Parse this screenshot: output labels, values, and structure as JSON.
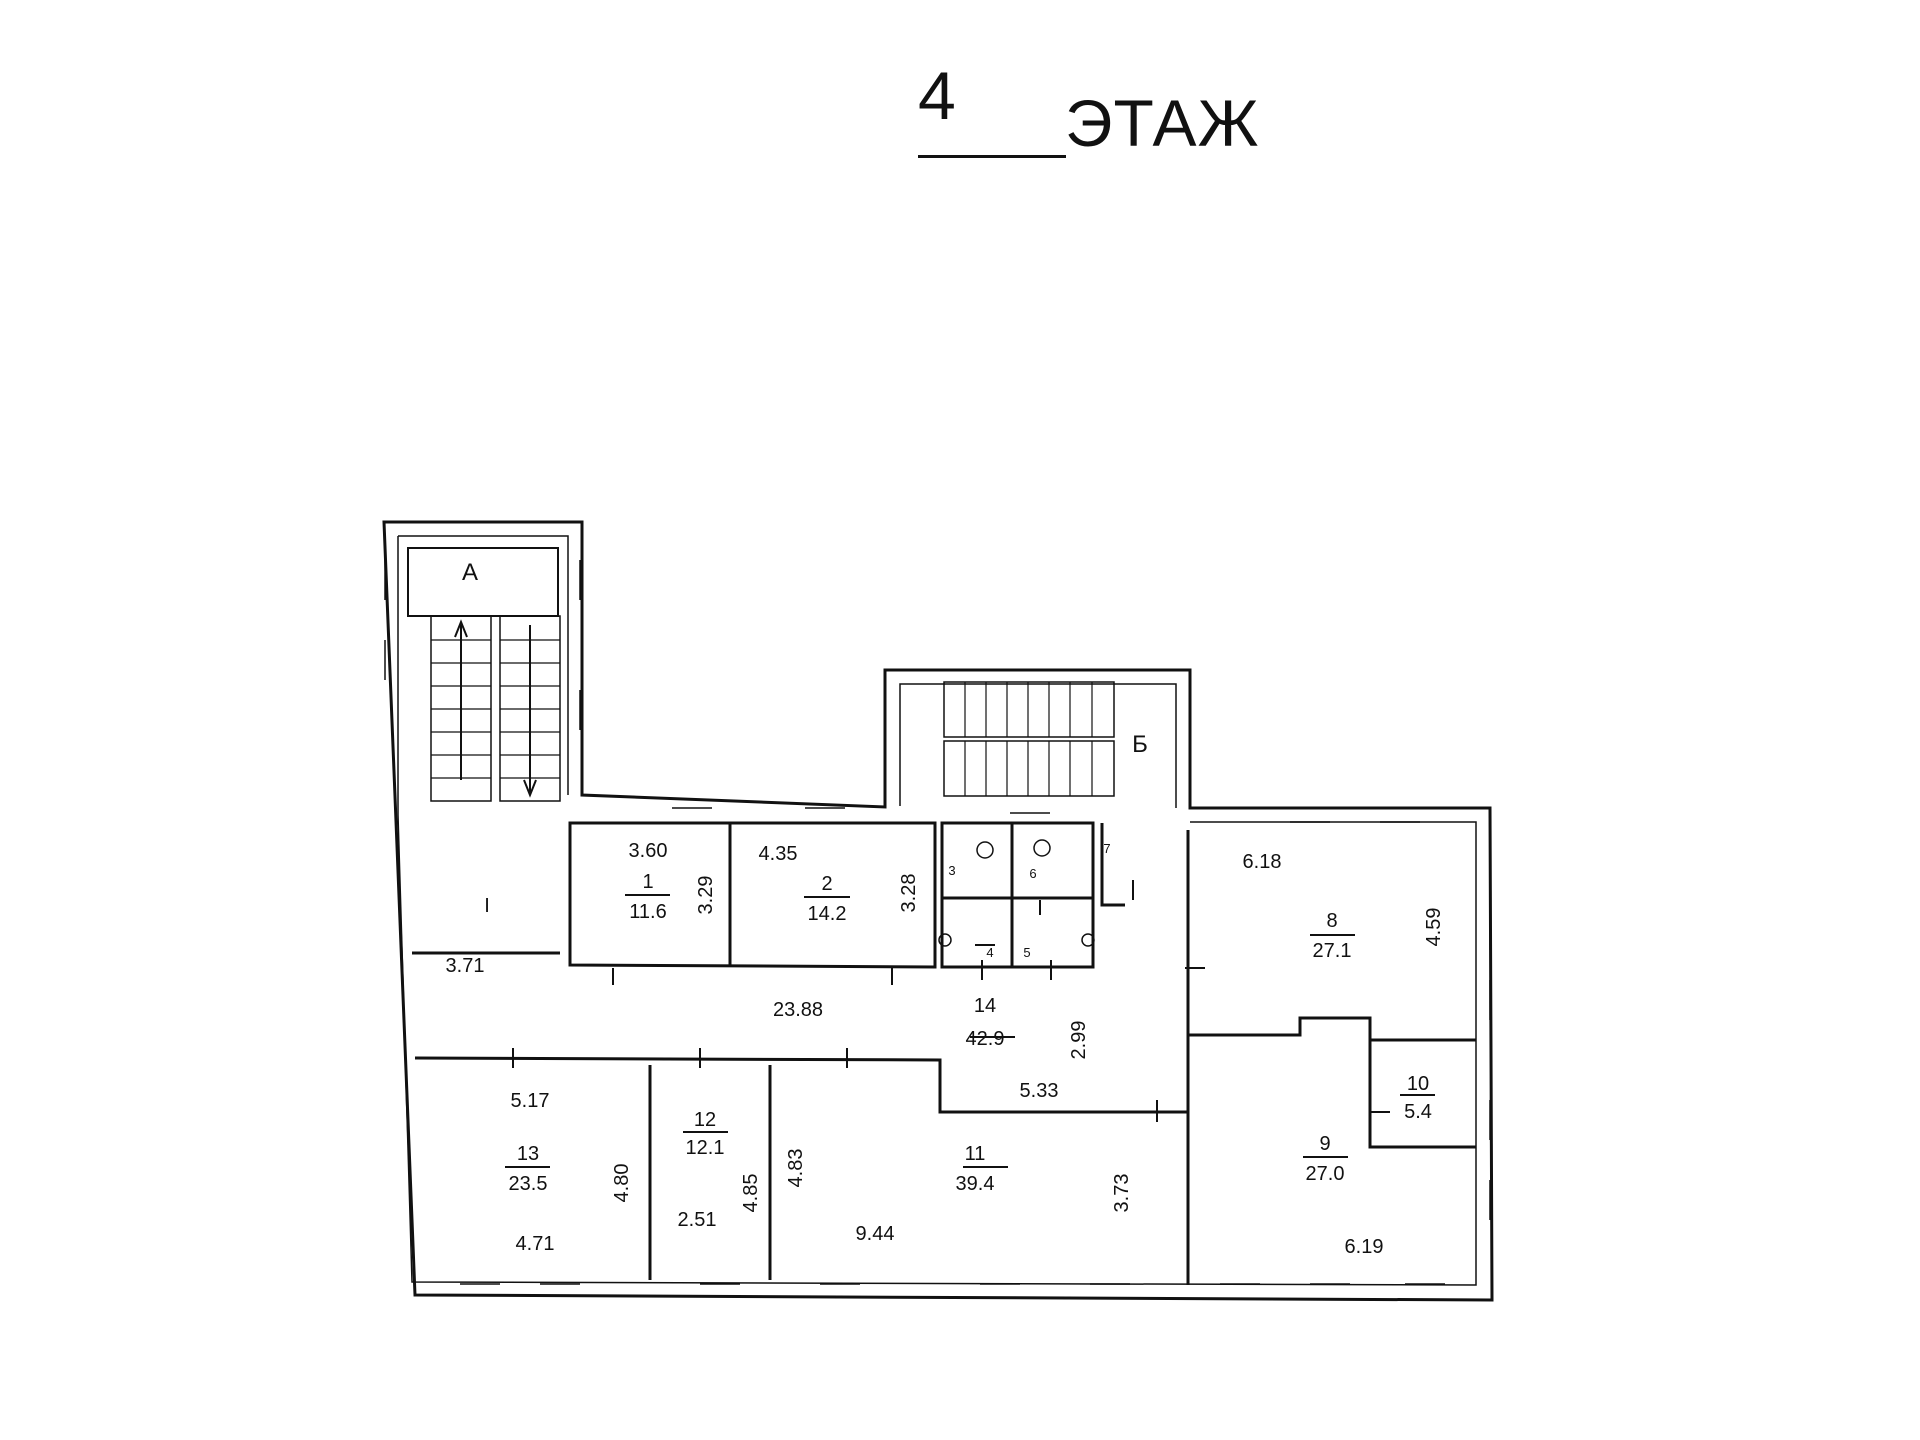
{
  "title": {
    "floor_number": "4",
    "floor_word": "ЭТАЖ"
  },
  "stairs": {
    "a": "А",
    "b": "Б"
  },
  "rooms": [
    {
      "id": "r1",
      "number": "1",
      "area": "11.6",
      "dims": [
        "3.60",
        "3.29"
      ]
    },
    {
      "id": "r2",
      "number": "2",
      "area": "14.2",
      "dims": [
        "4.35",
        "3.28"
      ]
    },
    {
      "id": "r3",
      "number": "3"
    },
    {
      "id": "r4",
      "number": "4"
    },
    {
      "id": "r5",
      "number": "5"
    },
    {
      "id": "r6",
      "number": "6"
    },
    {
      "id": "r7",
      "number": "7"
    },
    {
      "id": "r8",
      "number": "8",
      "area": "27.1",
      "dims": [
        "6.18",
        "4.59"
      ]
    },
    {
      "id": "r9",
      "number": "9",
      "area": "27.0",
      "dims": [
        "6.19"
      ]
    },
    {
      "id": "r10",
      "number": "10",
      "area": "5.4"
    },
    {
      "id": "r11",
      "number": "11",
      "area": "39.4",
      "dims": [
        "4.83",
        "9.44",
        "3.73"
      ]
    },
    {
      "id": "r12",
      "number": "12",
      "area": "12.1",
      "dims": [
        "2.51",
        "4.85"
      ]
    },
    {
      "id": "r13",
      "number": "13",
      "area": "23.5",
      "dims": [
        "5.17",
        "4.80",
        "4.71"
      ]
    },
    {
      "id": "r14",
      "number": "14",
      "area": "42.9",
      "dims": [
        "23.88",
        "2.99",
        "5.33"
      ]
    },
    {
      "id": "rI",
      "number": "I",
      "dims": [
        "3.71"
      ]
    }
  ]
}
